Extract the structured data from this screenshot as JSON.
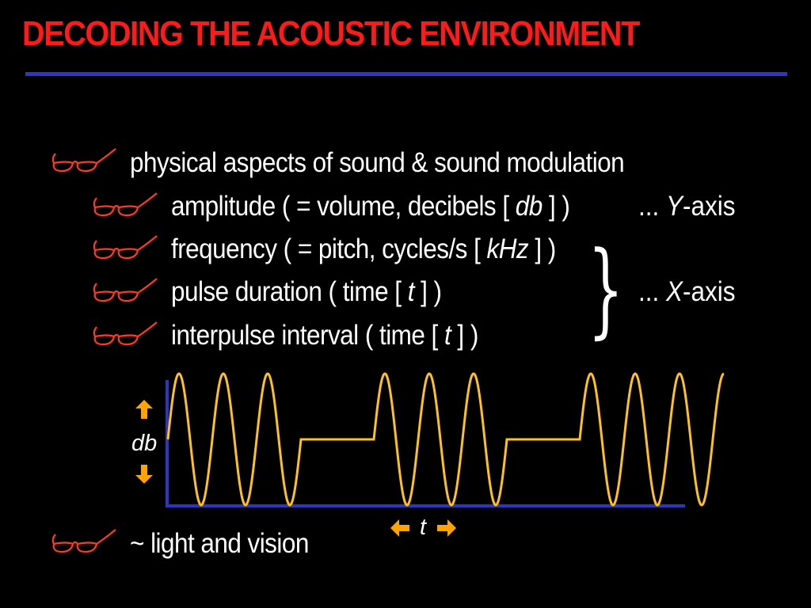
{
  "title": "DECODING THE ACOUSTIC ENVIRONMENT",
  "colors": {
    "title": "#ff1a1a",
    "rule": "#2b35c8",
    "bullet": "#ff3b1f",
    "wave": "#ffc21a",
    "axis": "#2b35c8",
    "arrow": "#ffa300"
  },
  "bullet_icon": "spectacles-icon",
  "bullets": {
    "main": "physical aspects of sound & sound modulation",
    "amplitude": {
      "pre": "amplitude ( = volume, decibels [ ",
      "unit": "db",
      "post": " ] )"
    },
    "frequency": {
      "pre": "frequency ( = pitch, cycles/s [ ",
      "unit": "kHz",
      "post": " ] )"
    },
    "duration": {
      "pre": "pulse duration ( time [ ",
      "unit": "t",
      "post": " ] )"
    },
    "interval": {
      "pre": "interpulse interval ( time [ ",
      "unit": "t",
      "post": " ] )"
    },
    "light": "~ light and vision"
  },
  "annotations": {
    "y_axis": {
      "pre": "... ",
      "var": "Y",
      "post": "-axis"
    },
    "x_axis": {
      "pre": "... ",
      "var": "X",
      "post": "-axis"
    },
    "brace": "}"
  },
  "diagram": {
    "y_label": "db",
    "x_label": "t",
    "pulse_trains": 3,
    "cycles_per_pulse": 3
  }
}
